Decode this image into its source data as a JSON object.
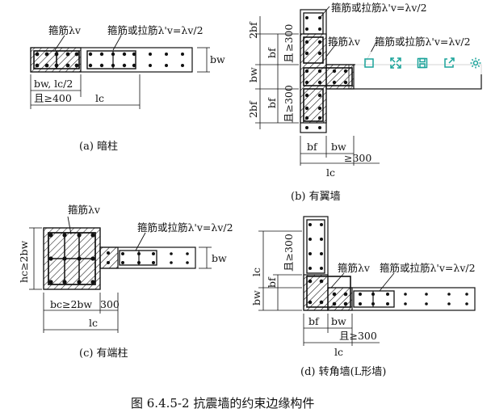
{
  "labels": {
    "a_hoop": "箍筋λv",
    "a_tie": "箍筋或拉筋λ'v=λv/2",
    "a_bw": "bw",
    "a_dim1": "bw, lc/2",
    "a_dim2": "且≥400",
    "a_lc": "lc",
    "a_caption": "(a) 暗柱",
    "b_tie_top": "箍筋或拉筋λ'v=λv/2",
    "b_hoop": "箍筋λv",
    "b_tie_right": "箍筋或拉筋λ'v=λv/2",
    "b_2bf_top": "2bf",
    "b_ge300_top": "≥300",
    "b_bf_top": "bf",
    "b_qie_top": "且",
    "b_bw_left": "bw",
    "b_bf_bot": "bf",
    "b_2bf_bot": "2bf",
    "b_qie_bot": "且≥300",
    "b_bf_h": "bf",
    "b_bw_h": "bw",
    "b_ge300_h": "≥300",
    "b_lc": "lc",
    "b_caption": "(b) 有翼墙",
    "c_hoop": "箍筋λv",
    "c_tie": "箍筋或拉筋λ'v=λv/2",
    "c_hc": "hc≥2bw",
    "c_bw": "bw",
    "c_bc": "bc≥2bw",
    "c_300": "300",
    "c_lc": "lc",
    "c_caption": "(c) 有端柱",
    "d_ge300": "且≥300",
    "d_lc_v": "lc",
    "d_bf_v": "bf",
    "d_bw_v": "bw",
    "d_hoop": "箍筋λv",
    "d_tie": "箍筋或拉筋λ'v=λv/2",
    "d_bf_h": "bf",
    "d_bw_h": "bw",
    "d_ge300_h": "且≥300",
    "d_lc_h": "lc",
    "d_caption": "(d) 转角墙(L形墙)",
    "figure_caption": "图 6.4.5-2   抗震墙的约束边缘构件"
  },
  "toolbar": {
    "icons": [
      "copy-icon",
      "expand-icon",
      "save-icon",
      "share-icon",
      "settings-icon"
    ],
    "accent": "#1aa39a"
  },
  "colors": {
    "line": "#111111",
    "hatch": "#111111"
  }
}
